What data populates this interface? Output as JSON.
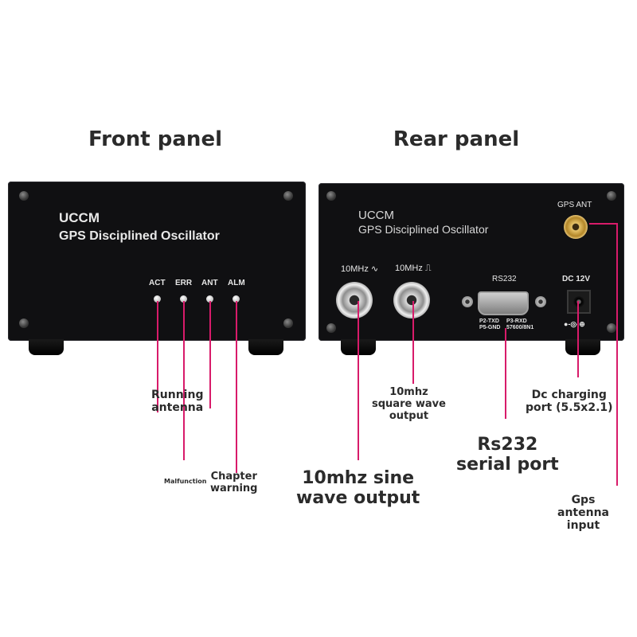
{
  "headings": {
    "front": "Front panel",
    "rear": "Rear panel"
  },
  "front_panel": {
    "brand": "UCCM",
    "product": "GPS Disciplined Oscillator",
    "leds": [
      "ACT",
      "ERR",
      "ANT",
      "ALM"
    ]
  },
  "rear_panel": {
    "brand": "UCCM",
    "product": "GPS Disciplined Oscillator",
    "port_sine": "10MHz ∿",
    "port_square": "10MHz ⎍",
    "rs232": "RS232",
    "rs232_pins_left": "P2-TXD\nP5-GND",
    "rs232_pins_right": "P3-RXD\n57600/8N1",
    "dc_label": "DC 12V",
    "dc_polarity": "●-◎-⊕",
    "gps_ant": "GPS ANT"
  },
  "callouts": {
    "running_antenna": "Running\nantenna",
    "malfunction": "Malfunction",
    "chapter_warning": "Chapter\nwarning",
    "square_wave": "10mhz\nsquare wave\noutput",
    "sine_wave": "10mhz sine\nwave output",
    "rs232_port": "Rs232\nserial port",
    "dc_port": "Dc charging\nport (5.5x2.1)",
    "gps_input": "Gps\nantenna\ninput"
  },
  "colors": {
    "accent": "#d81b6a",
    "device": "#101012"
  }
}
